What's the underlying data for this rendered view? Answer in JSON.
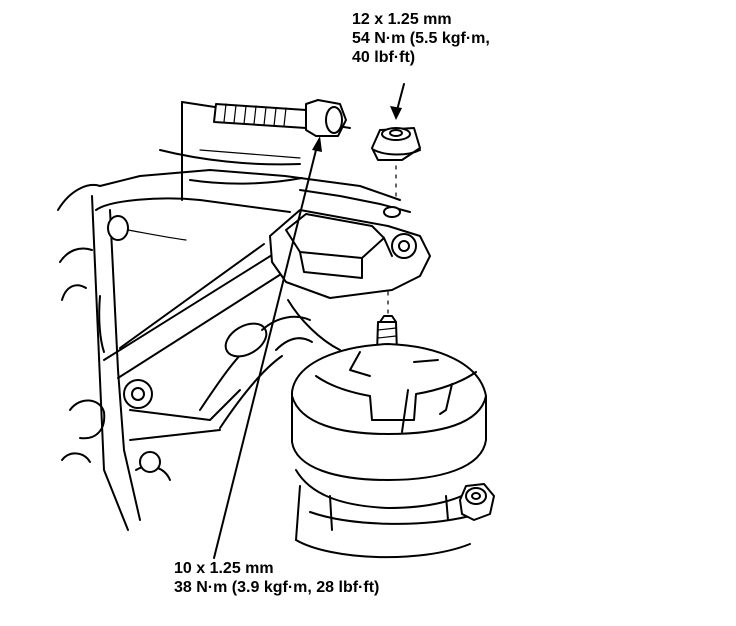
{
  "callouts": {
    "nut_spec": {
      "line1": "12 x 1.25 mm",
      "line2": "54 N·m (5.5 kgf·m,",
      "line3": "40 lbf·ft)"
    },
    "bolt_spec": {
      "line1": "10 x 1.25 mm",
      "line2": "38 N·m (3.9 kgf·m, 28 lbf·ft)"
    }
  },
  "colors": {
    "ink": "#000000",
    "paper": "#ffffff"
  }
}
